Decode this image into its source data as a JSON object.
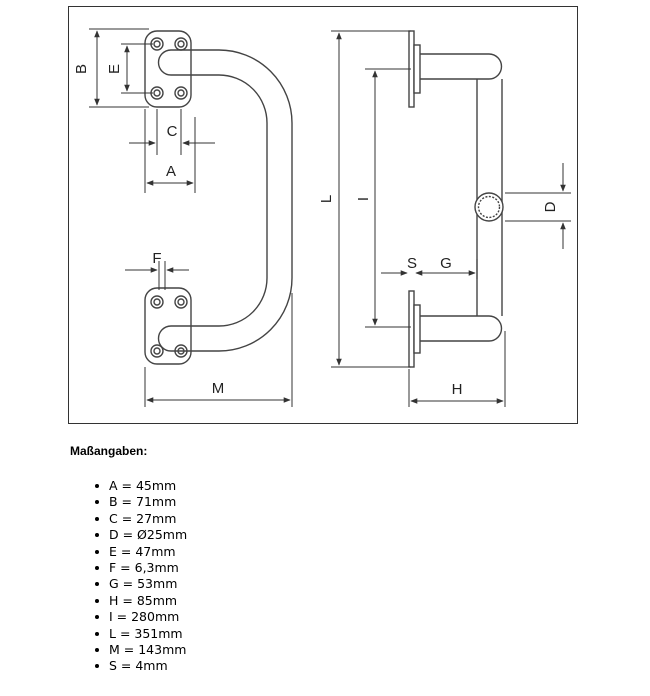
{
  "drawing": {
    "labels": {
      "A": "A",
      "B": "B",
      "C": "C",
      "D": "D",
      "E": "E",
      "F": "F",
      "G": "G",
      "H": "H",
      "I": "I",
      "L": "L",
      "M": "M",
      "S": "S"
    }
  },
  "specs": {
    "heading": "Maßangaben:",
    "items": [
      "A = 45mm",
      "B = 71mm",
      "C = 27mm",
      "D = Ø25mm",
      "E = 47mm",
      "F = 6,3mm",
      "G = 53mm",
      "H = 85mm",
      "I = 280mm",
      "L = 351mm",
      "M = 143mm",
      "S = 4mm"
    ]
  }
}
